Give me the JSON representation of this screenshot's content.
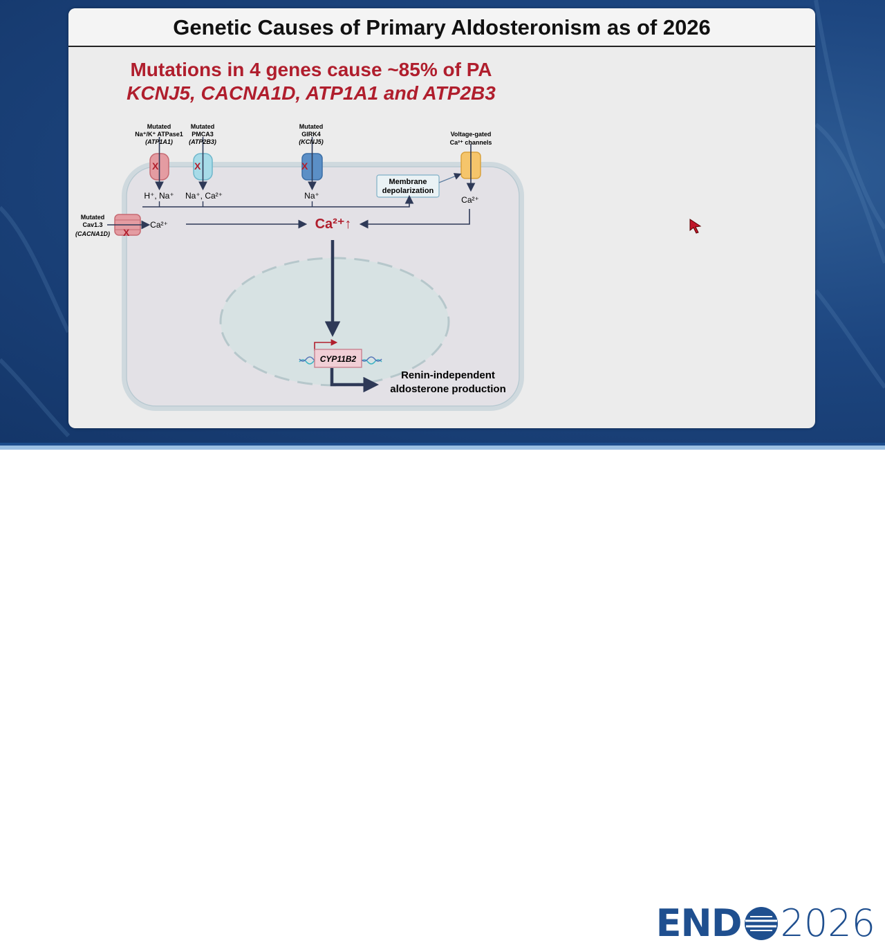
{
  "slide": {
    "title": "Genetic Causes of Primary Aldosteronism as of 2026",
    "headline_line1": "Mutations in 4 genes cause ~85% of PA",
    "headline_line2": "KCNJ5, CACNA1D, ATP1A1 and ATP2B3"
  },
  "diagram": {
    "atpase": {
      "line1": "Mutated",
      "line2": "Na⁺/K⁺ ATPase1",
      "line3": "(ATP1A1)",
      "ions": "H⁺, Na⁺"
    },
    "pmca": {
      "line1": "Mutated",
      "line2": "PMCA3",
      "line3": "(ATP2B3)",
      "ions": "Na⁺, Ca²⁺"
    },
    "girk": {
      "line1": "Mutated",
      "line2": "GIRK4",
      "line3": "(KCNJ5)",
      "ions": "Na⁺"
    },
    "vgcc": {
      "line1": "Voltage-gated",
      "line2": "Ca²⁺ channels",
      "ions": "Ca²⁺"
    },
    "cav": {
      "line1": "Mutated",
      "line2": "Cav1.3",
      "line3": "(CACNA1D)",
      "ions": "Ca²⁺"
    },
    "depolarization": {
      "line1": "Membrane",
      "line2": "depolarization"
    },
    "calcium": "Ca²⁺↑",
    "gene": "CYP11B2",
    "outcome": {
      "line1": "Renin-independent",
      "line2": "aldosterone production"
    },
    "mutation_mark": "X"
  },
  "footer": {
    "logo_left": "END",
    "logo_right": "2026"
  },
  "colors": {
    "accent_red": "#b01e2d",
    "brand_blue": "#1f4f8f",
    "cell": "#e3e1e6",
    "nucleus": "#d6e1e2",
    "arrow": "#2e3957"
  }
}
